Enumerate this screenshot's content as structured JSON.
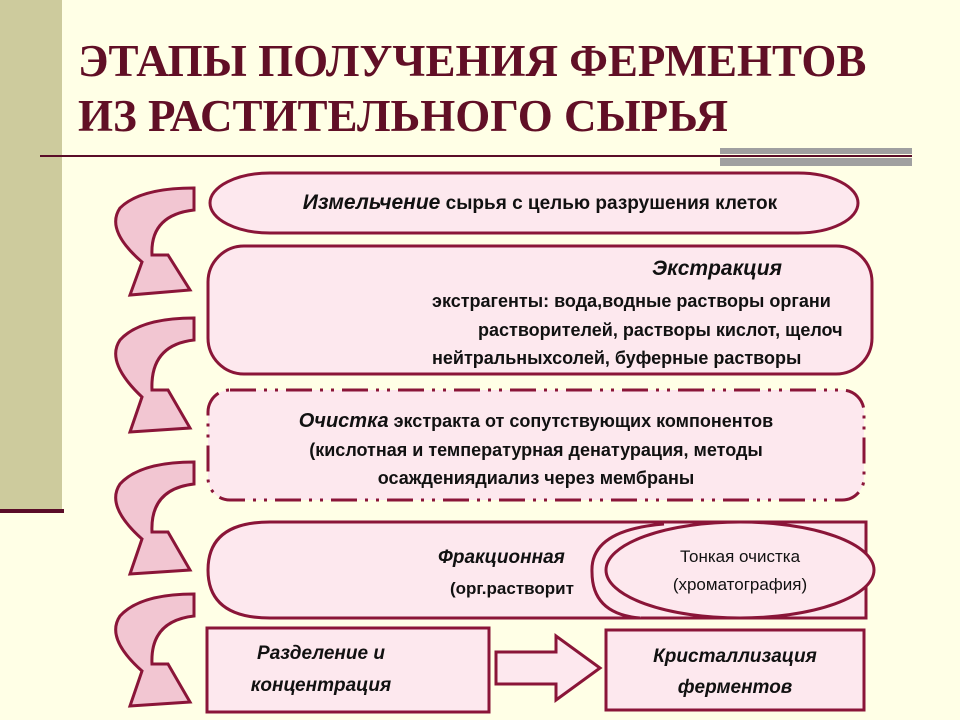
{
  "title": {
    "line1": "ЭТАПЫ ПОЛУЧЕНИЯ ФЕРМЕНТОВ",
    "line2": "ИЗ РАСТИТЕЛЬНОГО СЫРЬЯ"
  },
  "steps": {
    "grinding": {
      "name": "Измельчение",
      "rest": " сырья с целью разрушения клеток"
    },
    "extraction": {
      "name": "Экстракция",
      "line1": "экстрагенты: вода,водные растворы органи",
      "line2": "растворителей, растворы кислот, щелоч",
      "line3": "нейтральныхсолей, буферные растворы"
    },
    "purification": {
      "name": "Очистка",
      "rest": " экстракта от сопутствующих компонентов",
      "line2": "(кислотная и температурная денатурация, методы",
      "line3": "осаждениядиализ через мембраны"
    },
    "fractional": {
      "name": "Фракционная",
      "line2": "(орг.растворит"
    },
    "fine": {
      "line1": "Тонкая очистка",
      "line2": "(хроматография)"
    },
    "separation": {
      "line1": "Разделение и",
      "line2": "концентрация"
    },
    "crystallization": {
      "line1": "Кристаллизация",
      "line2": "ферментов"
    }
  },
  "colors": {
    "fill": "#fde8ee",
    "stroke": "#8a1538",
    "arrow_fill": "#f2c6d2",
    "title": "#610f26",
    "sidebar": "#cdcb9d"
  }
}
